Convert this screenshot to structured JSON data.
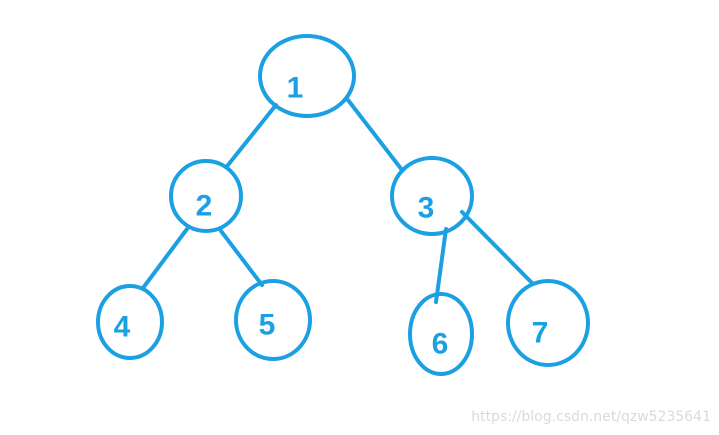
{
  "colors": {
    "stroke": "#1aa0e3",
    "label": "#1aa0e3"
  },
  "nodes": [
    {
      "id": "n1",
      "label": "1"
    },
    {
      "id": "n2",
      "label": "2"
    },
    {
      "id": "n3",
      "label": "3"
    },
    {
      "id": "n4",
      "label": "4"
    },
    {
      "id": "n5",
      "label": "5"
    },
    {
      "id": "n6",
      "label": "6"
    },
    {
      "id": "n7",
      "label": "7"
    }
  ],
  "edges": [
    {
      "from": "1",
      "to": "2"
    },
    {
      "from": "1",
      "to": "3"
    },
    {
      "from": "2",
      "to": "4"
    },
    {
      "from": "2",
      "to": "5"
    },
    {
      "from": "3",
      "to": "6"
    },
    {
      "from": "3",
      "to": "7"
    }
  ],
  "watermark": "https://blog.csdn.net/qzw5235641"
}
